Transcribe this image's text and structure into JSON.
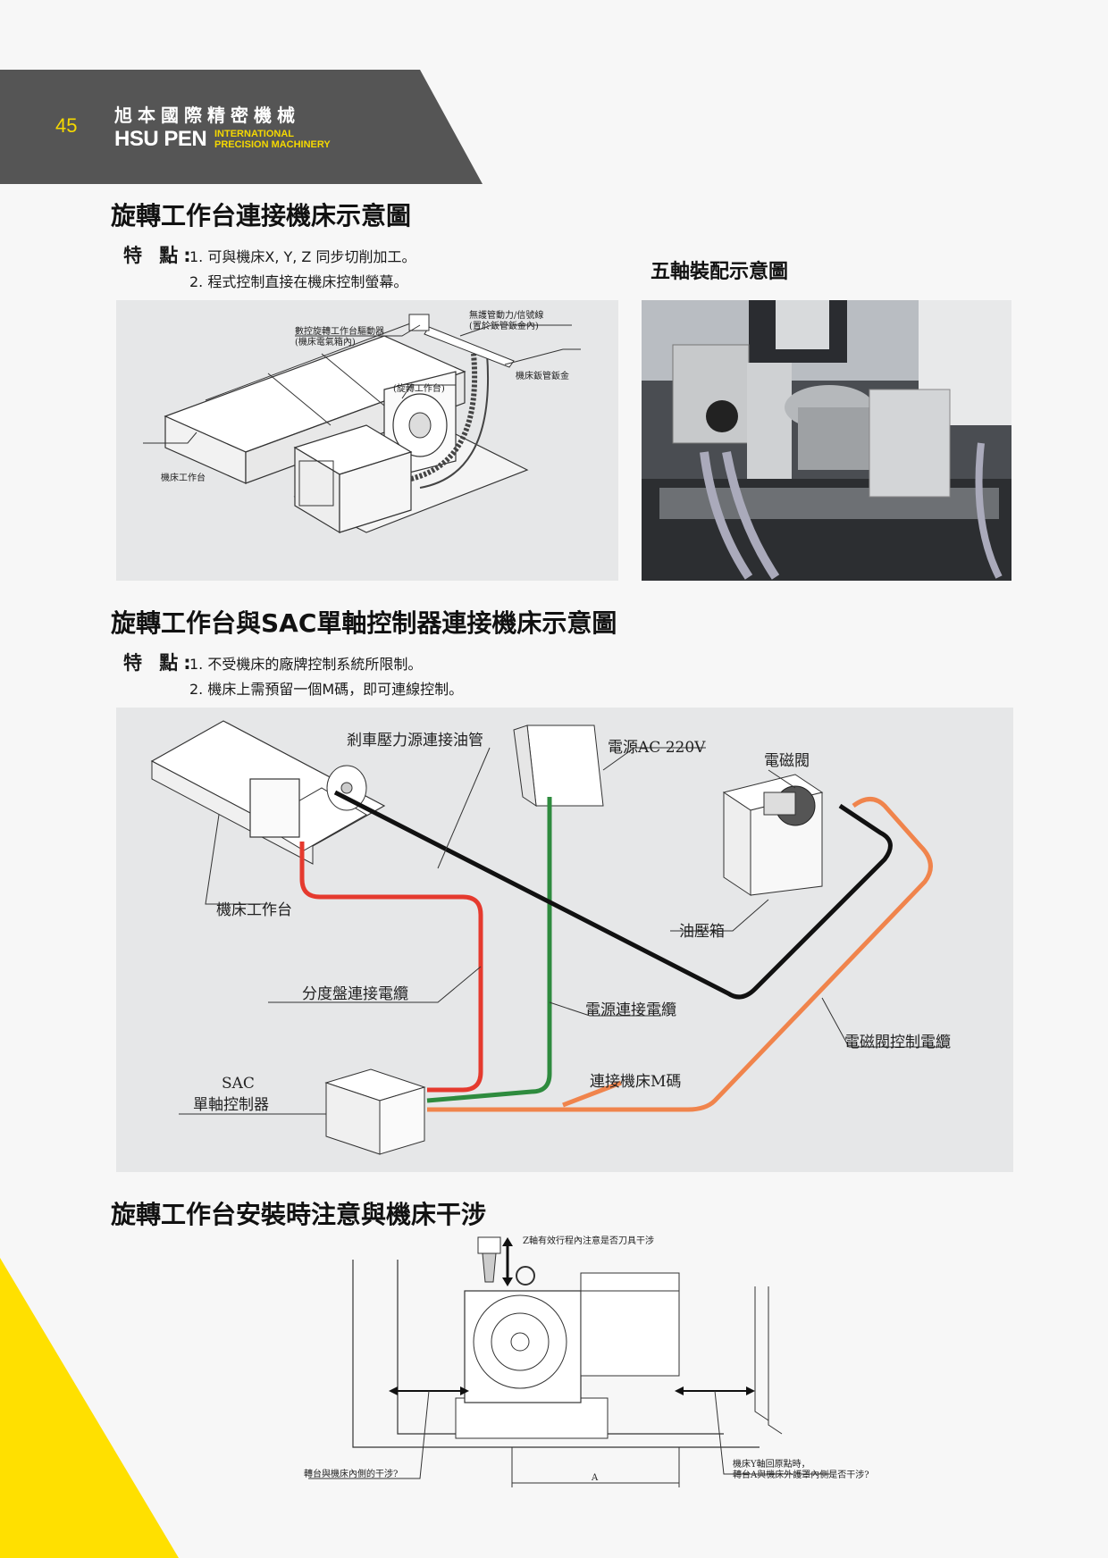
{
  "header": {
    "page_number": "45",
    "brand_cn": "旭本國際精密機械",
    "brand_en": "HSU PEN",
    "brand_sub_line1": "INTERNATIONAL",
    "brand_sub_line2": "PRECISION MACHINERY"
  },
  "section1": {
    "title": "旋轉工作台連接機床示意圖",
    "features_label": "特 點:",
    "features": [
      "1. 可與機床X, Y, Z 同步切削加工。",
      "2. 程式控制直接在機床控制螢幕。"
    ],
    "diagram_labels": {
      "driver": "數控旋轉工作台驅動器",
      "driver_sub": "(機床電氣箱內)",
      "cable": "無護管動力/信號線",
      "cable_sub": "(置於鈑管鈑金內)",
      "sheet_metal": "機床鈑管鈑金",
      "rotary": "(旋轉工作台)",
      "machine_table": "機床工作台"
    }
  },
  "five_axis": {
    "title": "五軸裝配示意圖"
  },
  "section2": {
    "title": "旋轉工作台與SAC單軸控制器連接機床示意圖",
    "features_label": "特 點:",
    "features": [
      "1. 不受機床的廠牌控制系統所限制。",
      "2. 機床上需預留一個M碼，即可連線控制。"
    ],
    "diagram_labels": {
      "brake_hose": "剎車壓力源連接油管",
      "power": "電源AC  220V",
      "solenoid": "電磁閥",
      "machine_table": "機床工作台",
      "oil_tank": "油壓箱",
      "index_cable": "分度盤連接電纜",
      "power_cable": "電源連接電纜",
      "solenoid_cable": "電磁閥控制電纜",
      "m_code": "連接機床M碼",
      "sac_line1": "SAC",
      "sac_line2": "單軸控制器"
    },
    "cable_colors": {
      "index": "#e53a2e",
      "power": "#2e8b3e",
      "hose": "#111111",
      "solenoid": "#f0844c"
    }
  },
  "section3": {
    "title": "旋轉工作台安裝時注意與機床干涉",
    "diagram_labels": {
      "z_axis": "Z軸有效行程內注意是否刀具干涉",
      "left_note": "轉台與機床內側的干涉?",
      "right_note_line1": "機床Y軸回原點時，",
      "right_note_line2": "轉台A與機床外護罩內側是否干涉?",
      "dim_a": "A"
    }
  }
}
